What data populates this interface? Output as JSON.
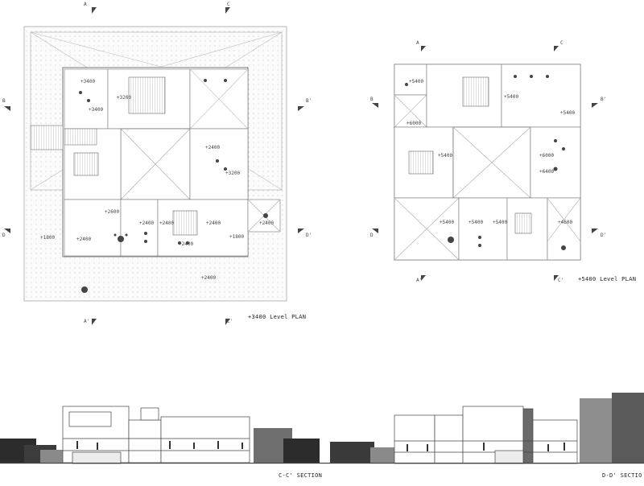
{
  "plans": {
    "left": {
      "title": "+3400 Level PLAN",
      "markers": {
        "a_top": "A",
        "a_bottom": "A'",
        "c_top": "C",
        "c_bottom": "C'",
        "b_left": "B",
        "b_right": "B'",
        "d_left": "D",
        "d_right": "D'"
      },
      "levels": [
        "+3400",
        "+3400",
        "+3200",
        "+3200",
        "+2400",
        "+2400",
        "+2600",
        "+2400",
        "+2400",
        "+1800",
        "+2400",
        "+1800",
        "+2400",
        "+2400",
        "+2400"
      ]
    },
    "right": {
      "title": "+5400 Level PLAN",
      "markers": {
        "a_top": "A",
        "a_bottom": "A'",
        "c_top": "C",
        "c_bottom": "C'",
        "b_left": "B",
        "b_right": "B'",
        "d_left": "D",
        "d_right": "D'"
      },
      "levels": [
        "+5400",
        "+5400",
        "+5400",
        "+5400",
        "+5400",
        "+6400",
        "+5400",
        "+5400",
        "+4600",
        "+6000",
        "+6000"
      ]
    }
  },
  "sections": {
    "left": {
      "title": "C-C' SECTION"
    },
    "right": {
      "title": "D-D' SECTIO"
    }
  }
}
